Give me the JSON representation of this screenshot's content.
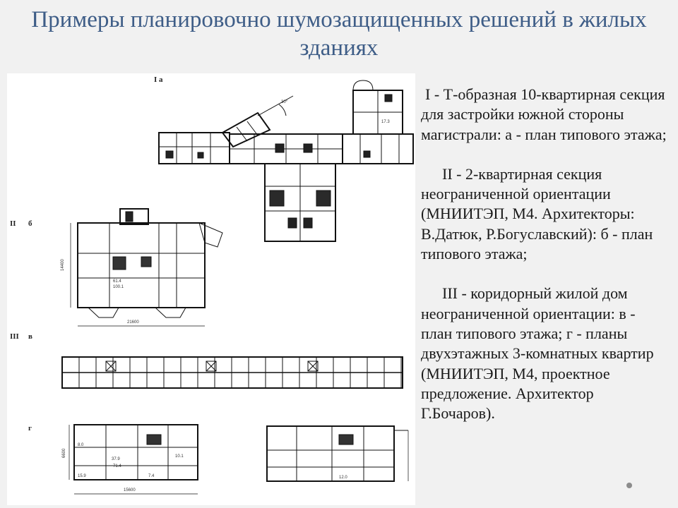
{
  "slide": {
    "title": "Примеры планировочно шумозащищенных решений в жилых зданиях",
    "bullet_icon": "bullet-dot-icon"
  },
  "figure": {
    "labels": {
      "plan_a": "I а",
      "plan_b_num": "II",
      "plan_b_letter": "б",
      "plan_v_num": "III",
      "plan_v_letter": "в",
      "plan_g_letter": "г"
    },
    "dimensions": {
      "b_width": "21600",
      "b_height": "14400",
      "g_width_left": "15600",
      "g_height": "6600",
      "angle": "30°"
    },
    "rooms": {
      "r1": "17.3",
      "r2": "10.1",
      "r3": "15.9",
      "r4": "37.9",
      "r5": "8.0",
      "r6": "12.0",
      "r7": "7.4",
      "r8": "71.4",
      "r9": "61.4",
      "r10": "100.1"
    }
  },
  "caption": {
    "p1": "I - Т-образная 10-квартирная секция для застройки южной стороны магистрали: а - план типового этажа;",
    "p2": "II - 2-квартирная секция неограниченной ориентации (МНИИТЭП, М4. Архитекторы: В.Датюк, Р.Богуславский): б - план типового этажа;",
    "p3": "III - коридорный жилой дом неограниченной ориентации: в - план типового этажа; г - планы двухэтажных 3-комнатных квартир (МНИИТЭП, М4, проектное предложение. Архитектор Г.Бочаров)."
  }
}
